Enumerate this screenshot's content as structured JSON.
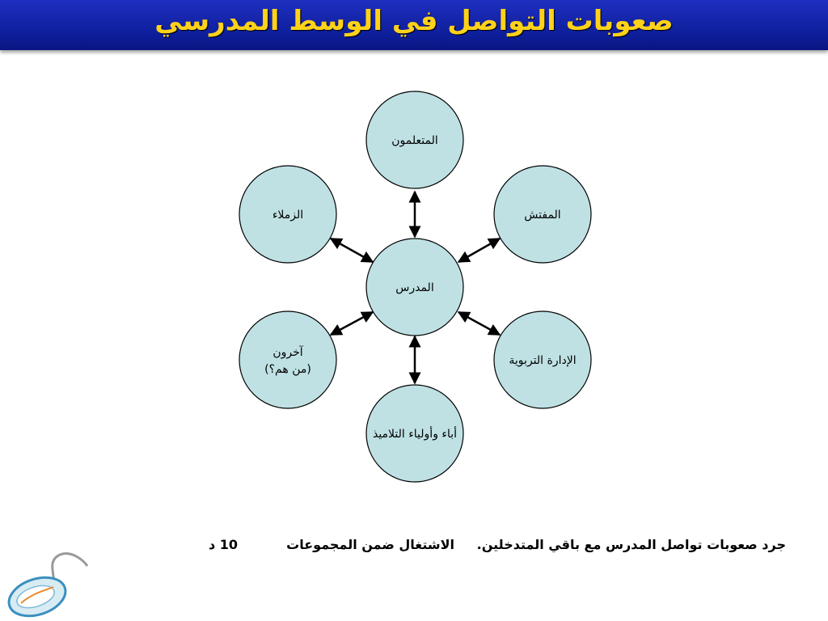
{
  "title": "صعوبات التواصل في الوسط المدرسي",
  "nodes": {
    "center": "المدرس",
    "top": "المتعلمون",
    "top_right": "المفتش",
    "top_left": "الزملاء",
    "bottom_right": "الإدارة التربوية",
    "bottom_left_line1": "آخرون",
    "bottom_left_line2": "(من هم؟)",
    "bottom": "أباء وأولياء التلاميذ"
  },
  "footer": {
    "task": "جرد صعوبات  تواصل المدرس مع باقي المتدخلين.",
    "mode": "الاشتغال  ضمن المجموعات",
    "duration": "10 د"
  },
  "colors": {
    "title_bg": "#0d1e9a",
    "title_text": "#ffd21a",
    "node_fill": "#bfe1e4"
  }
}
